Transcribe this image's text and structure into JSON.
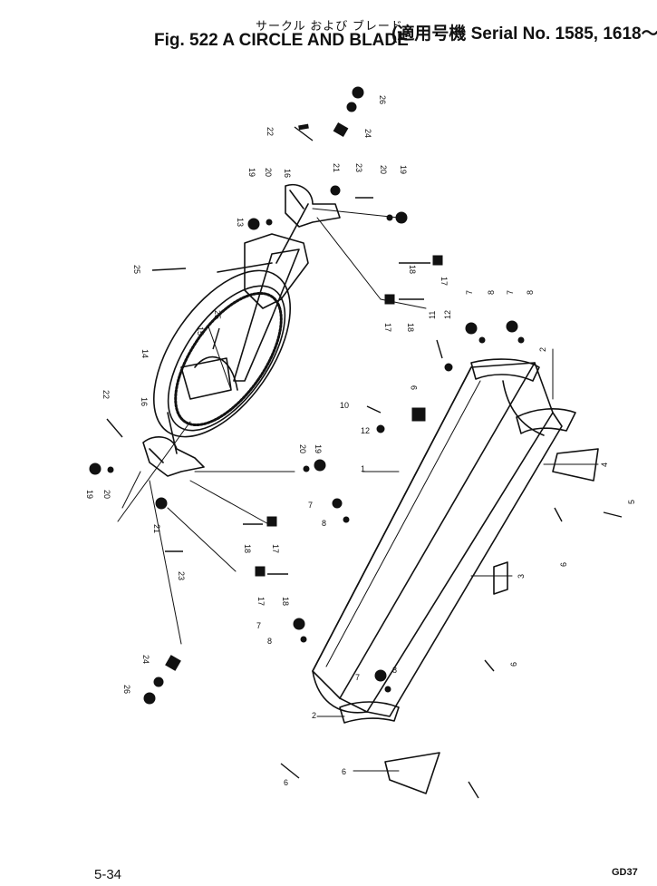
{
  "header": {
    "jp_title": "サークル および ブレード",
    "fig_title": "Fig. 522 A  CIRCLE AND BLADE",
    "serial": "(適用号機 Serial No. 1585, 1618～)"
  },
  "footer": {
    "page": "5-34",
    "code": "GD37"
  },
  "callouts": [
    "1",
    "2",
    "2",
    "3",
    "4",
    "5",
    "6",
    "6",
    "6",
    "6",
    "7",
    "7",
    "7",
    "7",
    "7",
    "8",
    "8",
    "8",
    "8",
    "8",
    "9",
    "10",
    "11",
    "12",
    "12",
    "13",
    "14",
    "15",
    "16",
    "16",
    "17",
    "17",
    "17",
    "17",
    "18",
    "18",
    "18",
    "18",
    "19",
    "19",
    "19",
    "19",
    "20",
    "20",
    "20",
    "20",
    "21",
    "21",
    "22",
    "22",
    "23",
    "23",
    "24",
    "24",
    "25",
    "25",
    "26",
    "26"
  ]
}
